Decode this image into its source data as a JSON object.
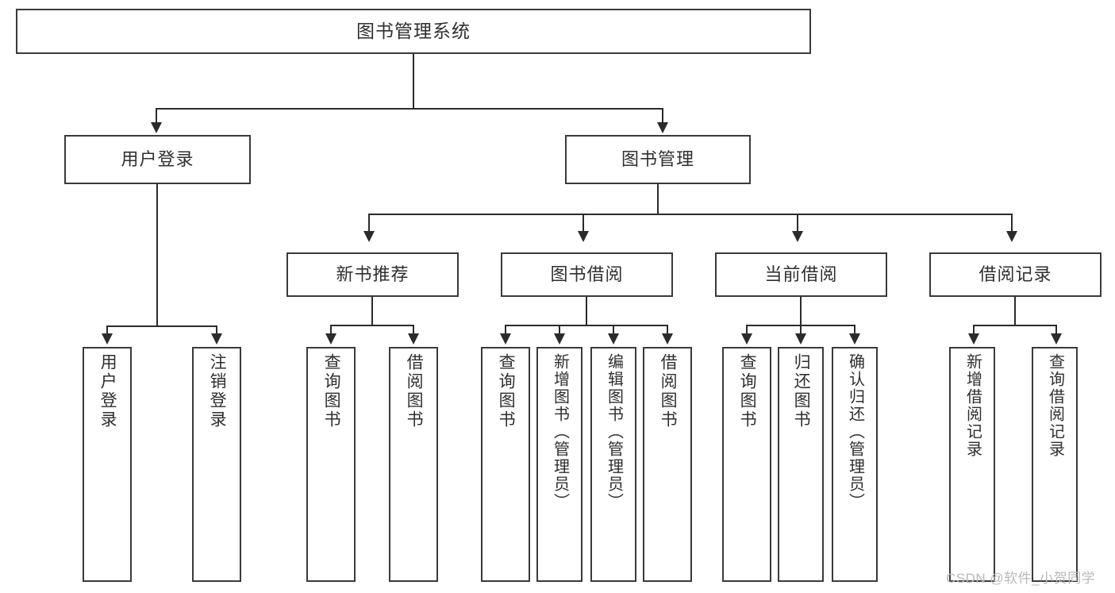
{
  "diagram": {
    "title": "图书管理系统",
    "type": "tree",
    "watermark": "CSDN @软件_小贺同学",
    "colors": {
      "box_border": "#3a3a3a",
      "connector": "#2b2b2b",
      "text": "#2f2f2f",
      "background": "#ffffff",
      "watermark": "#b9b9b9"
    },
    "levels": {
      "root": "图书管理系统",
      "level2": [
        "用户登录",
        "图书管理"
      ],
      "level3": [
        "新书推荐",
        "图书借阅",
        "当前借阅",
        "借阅记录"
      ],
      "level4_groups": [
        {
          "parent": "用户登录",
          "children": [
            "用户登录",
            "注销登录"
          ]
        },
        {
          "parent": "新书推荐",
          "children": [
            "查询图书",
            "借阅图书"
          ]
        },
        {
          "parent": "图书借阅",
          "children": [
            "查询图书",
            "新增图书（管理员）",
            "编辑图书（管理员）",
            "借阅图书"
          ]
        },
        {
          "parent": "当前借阅",
          "children": [
            "查询图书",
            "归还图书",
            "确认归还（管理员）"
          ]
        },
        {
          "parent": "借阅记录",
          "children": [
            "新增借阅记录",
            "查询借阅记录"
          ]
        }
      ]
    },
    "nodes": {
      "root": "图书管理系统",
      "user_login": "用户登录",
      "book_manage": "图书管理",
      "new_book_rec": "新书推荐",
      "book_borrow": "图书借阅",
      "current_borrow": "当前借阅",
      "borrow_record": "借阅记录",
      "leaf_user_login": "用户登录",
      "leaf_logout": "注销登录",
      "leaf_query_book_1": "查询图书",
      "leaf_borrow_book_1": "借阅图书",
      "leaf_query_book_2": "查询图书",
      "leaf_add_book": "新增图书（管理员）",
      "leaf_edit_book": "编辑图书（管理员）",
      "leaf_borrow_book_2": "借阅图书",
      "leaf_query_book_3": "查询图书",
      "leaf_return_book": "归还图书",
      "leaf_confirm_return": "确认归还（管理员）",
      "leaf_add_record": "新增借阅记录",
      "leaf_query_record": "查询借阅记录"
    }
  }
}
